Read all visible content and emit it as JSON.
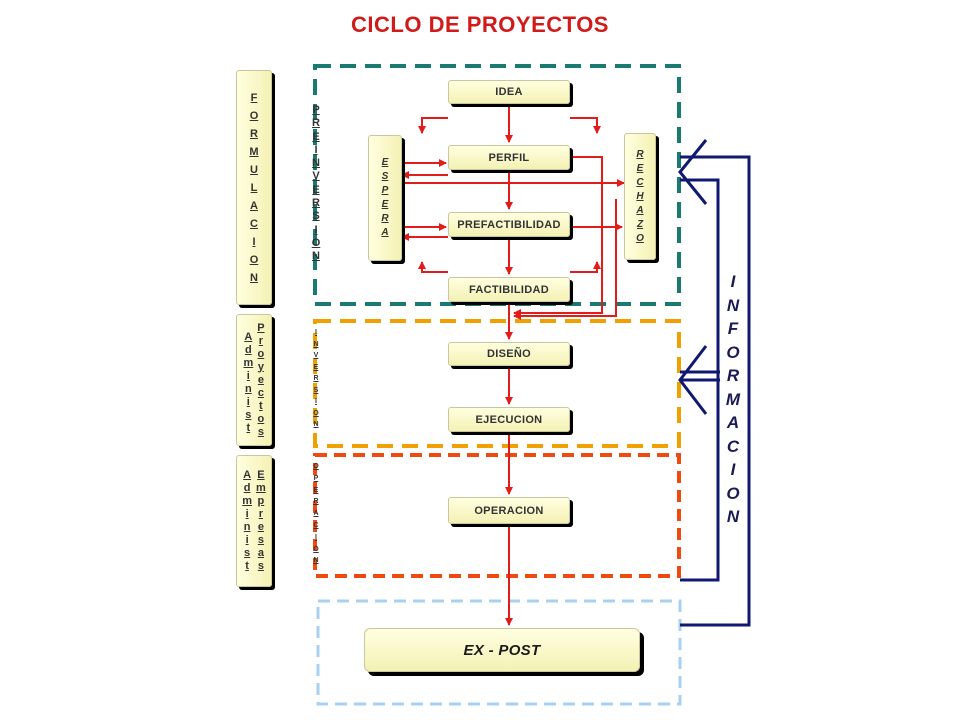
{
  "title": "CICLO DE PROYECTOS",
  "stages": {
    "idea": "IDEA",
    "perfil": "PERFIL",
    "prefactibilidad": "PREFACTIBILIDAD",
    "factibilidad": "FACTIBILIDAD",
    "diseno": "DISEÑO",
    "ejecucion": "EJECUCION",
    "operacion": "OPERACION",
    "ex_post": "EX - POST"
  },
  "side_boxes": {
    "espera": "E\nS\nP\nE\nR\nA",
    "rechazo": "R\nE\nC\nH\nA\nZ\nO"
  },
  "left_labels": {
    "formulacion": "F\nO\nR\nM\nU\nL\nA\nC\nI\nO\nN",
    "admin_proyectos_a": "A\nd\nm\ni\nn\ni\ns\nt",
    "admin_proyectos_b": "P\nr\no\ny\ne\nc\nt\no\ns",
    "admin_empresas_a": "A\nd\nm\ni\nn\ni\ns\nt",
    "admin_empresas_b": "E\nm\np\nr\ne\ns\na\ns"
  },
  "phase_labels": {
    "preinversion": "P\nR\nE\nI\nN\nV\nE\nR\nS\nI\nO\nN",
    "inversion": "I\nN\nV\nE\nR\nS\nI\nO\nN",
    "operacion": "O\nP\nE\nR\nA\nC\nI\nO\nN"
  },
  "informacion": "I\nN\nF\nO\nR\nM\nA\nC\nI\nO\nN",
  "colors": {
    "title": "#d11a1a",
    "flow_arrows": "#e21b1b",
    "preinversion_border": "#1a7a70",
    "inversion_border": "#f0a000",
    "operacion_border": "#f04a10",
    "expost_border": "#a8d0f0",
    "feedback_lines": "#101870"
  }
}
